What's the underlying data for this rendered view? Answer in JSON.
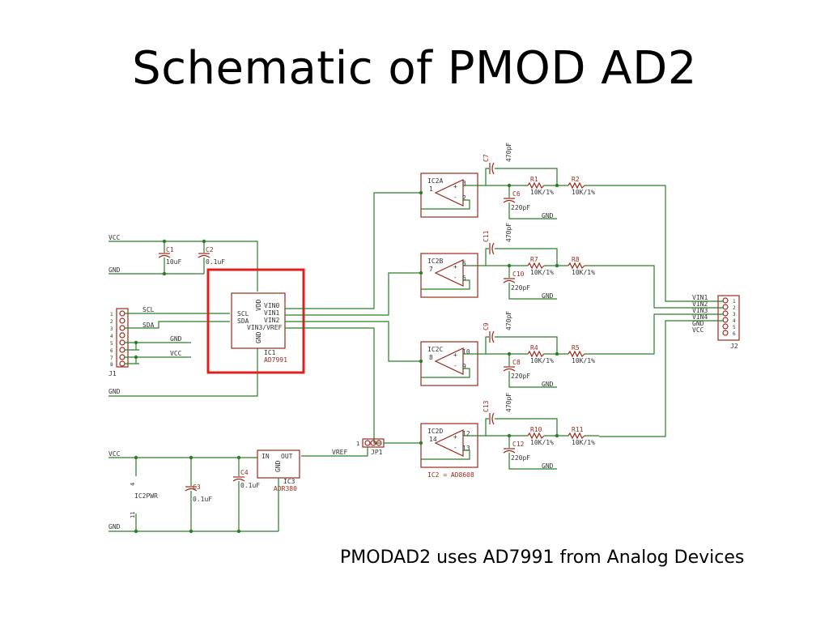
{
  "title": "Schematic of PMOD AD2",
  "caption": "PMODAD2 uses AD7991 from Analog Devices",
  "highlight_color": "#e02020",
  "wire_color": "#2a7f2a",
  "part_color": "#9b2a1a",
  "labels": {
    "vcc": "VCC",
    "gnd": "GND",
    "c1": "C1",
    "c1v": "10uF",
    "c2": "C2",
    "c2v": "0.1uF",
    "scl": "SCL",
    "sda": "SDA",
    "j1": "J1",
    "ic1_scl": "SCL",
    "ic1_sda": "SDA",
    "ic1_vdd": "VDD",
    "ic1_gnd": "GND",
    "ic1_vin0": "VIN0",
    "ic1_vin1": "VIN1",
    "ic1_vin2": "VIN2",
    "ic1_vin3": "VIN3/VREF",
    "ic1": "IC1",
    "ic1v": "AD7991",
    "ic2a": "IC2A",
    "ic2b": "IC2B",
    "ic2c": "IC2C",
    "ic2d": "IC2D",
    "ic2": "IC2 = AD8608",
    "c7": "C7",
    "c7v": "470pF",
    "c11": "C11",
    "c11v": "470pF",
    "c9": "C9",
    "c9v": "470pF",
    "c13": "C13",
    "c13v": "470pF",
    "c6": "C6",
    "c10": "C10",
    "c8": "C8",
    "c12": "C12",
    "cfv": "220pF",
    "r1": "R1",
    "r2": "R2",
    "r7": "R7",
    "r8": "R8",
    "r4": "R4",
    "r5": "R5",
    "r10": "R10",
    "r11": "R11",
    "rv": "10K/1%",
    "j2": "J2",
    "j2_vin1": "VIN1",
    "j2_vin2": "VIN2",
    "j2_vin3": "VIN3",
    "j2_vin4": "VIN4",
    "j2_gnd": "GND",
    "j2_vcc": "VCC",
    "jp1": "JP1",
    "vref": "VREF",
    "ic3": "IC3",
    "ic3v": "ADR380",
    "ic3_in": "IN",
    "ic3_out": "OUT",
    "ic3_gnd": "GND",
    "c3": "C3",
    "c3v": "0.1uF",
    "c4": "C4",
    "c4v": "0.1uF",
    "ic2pwr": "IC2PWR"
  }
}
